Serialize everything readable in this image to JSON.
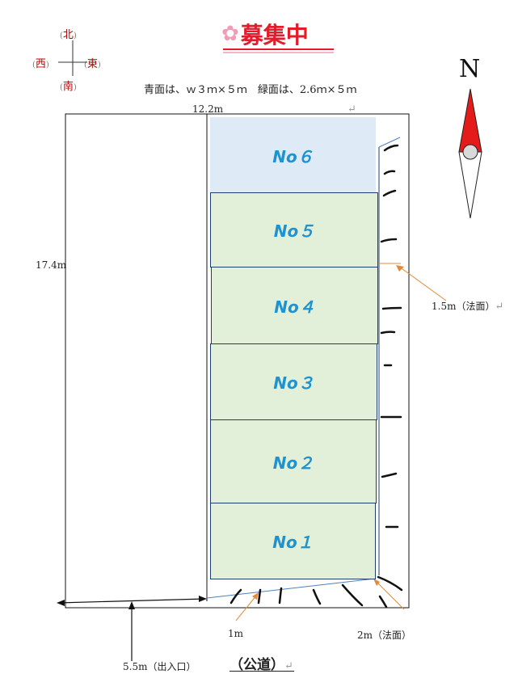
{
  "title": "募集中",
  "compass_cross": {
    "north": "北",
    "south": "南",
    "east": "東",
    "west": "西"
  },
  "description": "青面は、ｗ３ｍ×５ｍ　緑面は、2.6ｍ×５ｍ",
  "compass_rose": {
    "label": "N"
  },
  "dimensions": {
    "top_width": "12.2m",
    "left_height": "17.4m",
    "slope_right": "1.5m（法面）",
    "bottom_gap": "1m",
    "bottom_right_slope": "2m（法面）",
    "entrance": "5.5m（出入口）"
  },
  "road_label": "（公道）",
  "plots": [
    {
      "label": "No６",
      "fill": "blue"
    },
    {
      "label": "No５",
      "fill": "green"
    },
    {
      "label": "No４",
      "fill": "green"
    },
    {
      "label": "No３",
      "fill": "green"
    },
    {
      "label": "No２",
      "fill": "green"
    },
    {
      "label": "No１",
      "fill": "green"
    }
  ],
  "colors": {
    "title_red": "#e41b2a",
    "plot_text": "#1f93d0",
    "green_fill": "#e2efd9",
    "blue_fill": "#deeaf5",
    "leader_orange": "#e08a3c"
  }
}
